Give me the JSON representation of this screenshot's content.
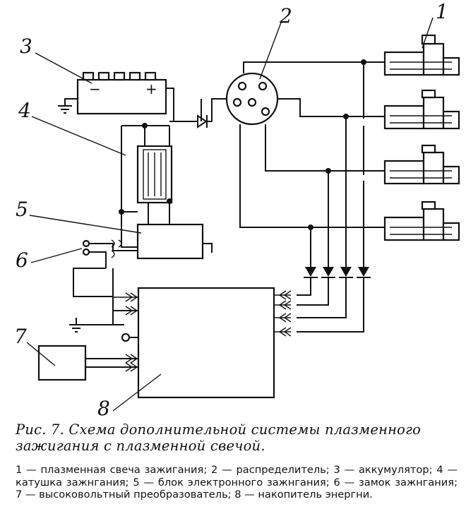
{
  "labels": {
    "n1": "1",
    "n2": "2",
    "n3": "3",
    "n4": "4",
    "n5": "5",
    "n6": "6",
    "n7": "7",
    "n8": "8"
  },
  "battery_signs": {
    "minus": "−",
    "plus": "+"
  },
  "caption": "Рис. 7. Схема дополнительной системы плазменного зажигания с плазменной свечой.",
  "legend": "1 — плазменная свеча зажигания; 2 — распределитель; 3 — аккумулятор; 4 — катушка зажнгания; 5 — блок электронного зажнгания; 6 — замок зажнгания; 7 — высоковольтный преобразователь; 8 — накопитель энергни."
}
